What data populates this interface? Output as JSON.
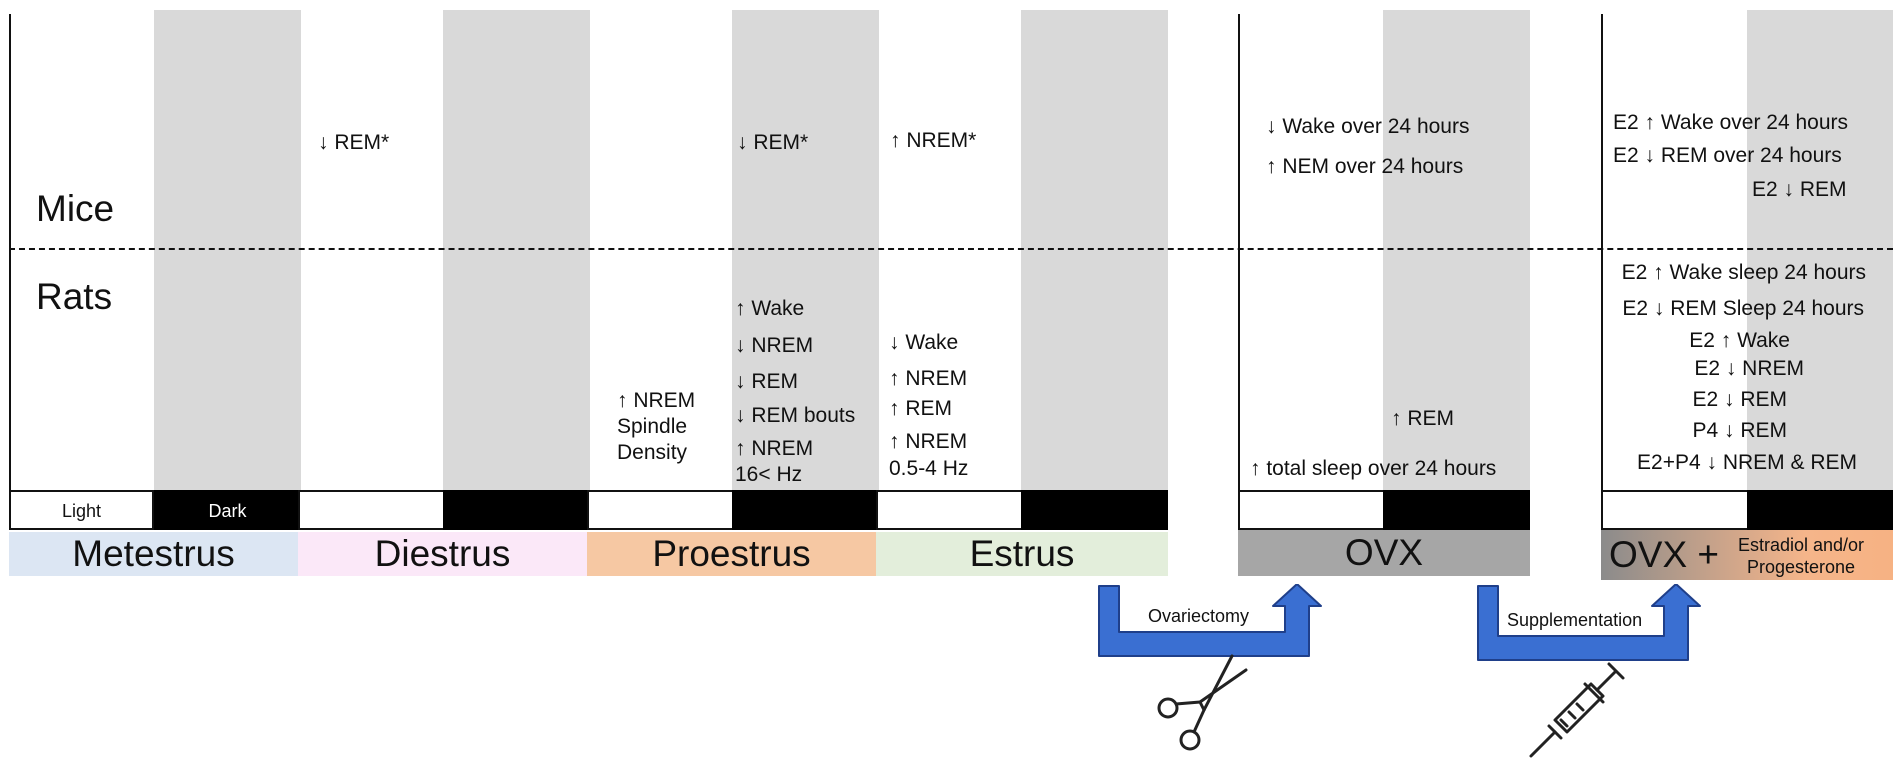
{
  "rows": {
    "mice": "Mice",
    "rats": "Rats"
  },
  "light_dark": {
    "light": "Light",
    "dark": "Dark"
  },
  "phases": [
    {
      "label": "Metestrus",
      "color": "#dce6f3"
    },
    {
      "label": "Diestrus",
      "color": "#fbe8f8"
    },
    {
      "label": "Proestrus",
      "color": "#f6c8a3"
    },
    {
      "label": "Estrus",
      "color": "#e3eedb"
    }
  ],
  "ovx": {
    "label": "OVX",
    "color": "#a6a6a6"
  },
  "ovx_supp": {
    "label": "OVX +",
    "sub": "Estradiol and/or Progesterone"
  },
  "steps": {
    "ovariectomy": "Ovariectomy",
    "supplementation": "Supplementation"
  },
  "colors": {
    "arrow_fill": "#3a6fd2",
    "arrow_stroke": "#1f3f8a",
    "dark_period": "#d9d9d9"
  },
  "findings": {
    "diestrus_light_mice": "↓ REM*",
    "proestrus_dark_mice": "↓ REM*",
    "estrus_light_mice": "↑ NREM*",
    "proestrus_light_rats": [
      "↑ NREM",
      "Spindle",
      "Density"
    ],
    "proestrus_dark_rats": [
      "↑ Wake",
      "↓ NREM",
      "↓ REM",
      "↓ REM bouts",
      "↑ NREM",
      "16< Hz"
    ],
    "estrus_light_rats": [
      "↓ Wake",
      "↑ NREM",
      "↑ REM",
      "↑ NREM",
      "0.5-4 Hz"
    ],
    "ovx_mice": [
      "↓ Wake over 24 hours",
      "↑ NEM over 24 hours"
    ],
    "ovx_rats": [
      "↑ REM",
      "↑ total sleep over 24 hours"
    ],
    "supp_mice": [
      "E2 ↑ Wake over 24 hours",
      "E2 ↓ REM over 24 hours",
      "E2 ↓ REM"
    ],
    "supp_rats": [
      "E2 ↑ Wake sleep 24 hours",
      "E2 ↓ REM Sleep 24 hours",
      "E2 ↑ Wake",
      "E2 ↓ NREM",
      "E2 ↓ REM",
      "P4 ↓ REM",
      "E2+P4 ↓ NREM & REM"
    ]
  }
}
